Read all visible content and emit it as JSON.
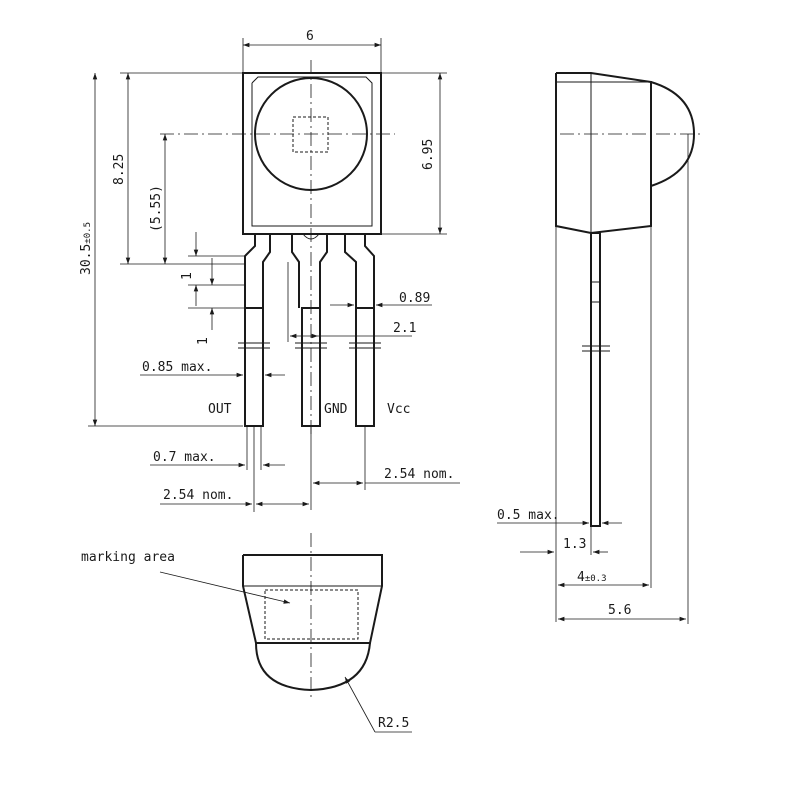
{
  "dimensions": {
    "width_top": "6",
    "height_body": "6.95",
    "dist_center": "8.25",
    "dist_center_ref": "(5.55)",
    "total_length_main": "30.5",
    "total_length_tol": "±0.5",
    "pin_step_a": "1",
    "pin_step_b": "1",
    "pin_width": "0.89",
    "pin_offset": "2.1",
    "lead_width_max": "0.85 max.",
    "lead_thick_max": "0.7 max.",
    "pitch_left": "2.54 nom.",
    "pitch_right": "2.54 nom.",
    "side_lead_max": "0.5 max.",
    "side_1_3": "1.3",
    "side_4_main": "4",
    "side_4_tol": "±0.3",
    "side_total": "5.6",
    "radius": "R2.5"
  },
  "pins": {
    "out": "OUT",
    "gnd": "GND",
    "vcc": "Vcc"
  },
  "annotations": {
    "marking_area": "marking area"
  }
}
